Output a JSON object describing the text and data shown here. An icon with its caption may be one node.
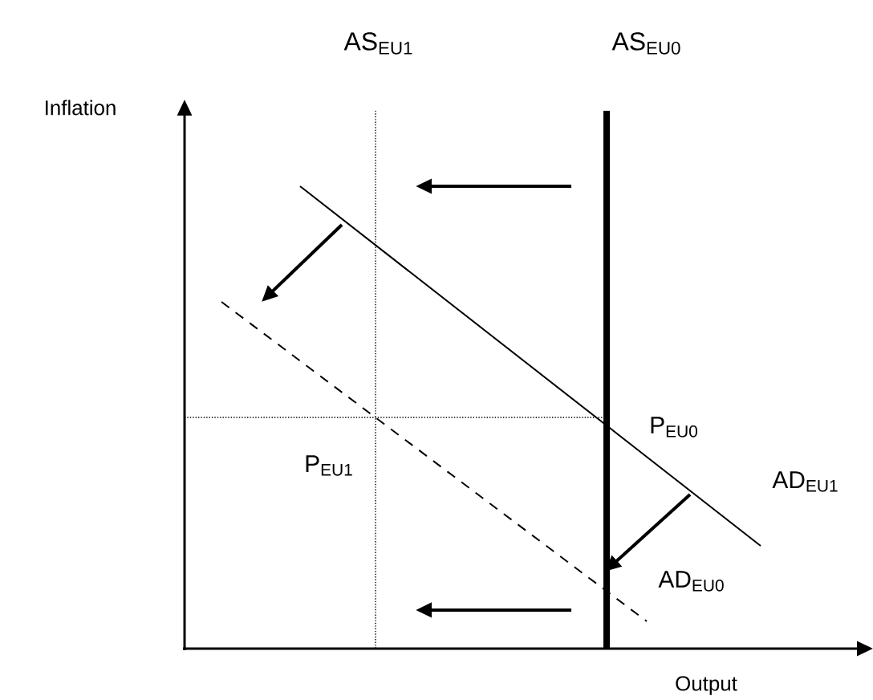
{
  "diagram": {
    "labels": [
      "AS$_{EU1}$",
      "AS$_{EU0}$",
      "Inflation",
      "P$_{EU0}$",
      "P$_{EU1}$",
      "AD$_{EU1}$",
      "AD$_{EU0}$",
      "Output"
    ]
  }
}
